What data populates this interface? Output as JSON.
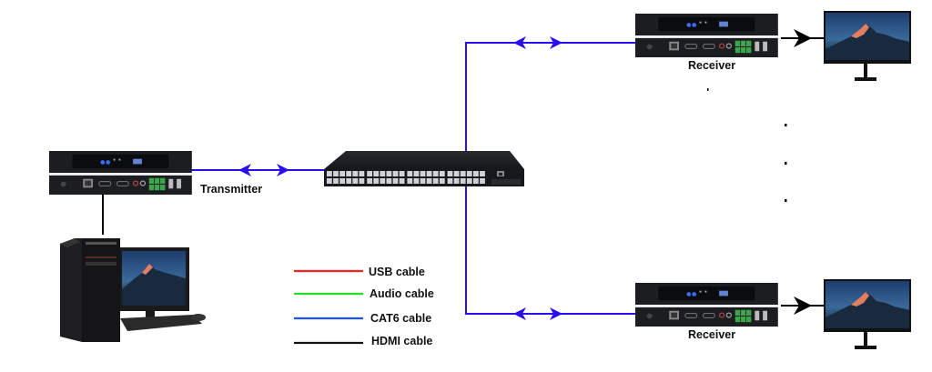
{
  "diagram": {
    "type": "network-topology",
    "nodes": {
      "transmitter": {
        "label": "Transmitter",
        "kind": "kvm-extender-transmitter"
      },
      "switch": {
        "label": "",
        "kind": "48-port-network-switch",
        "ports": 48
      },
      "receiver_top": {
        "label": "Receiver",
        "kind": "kvm-extender-receiver"
      },
      "receiver_bottom": {
        "label": "Receiver",
        "kind": "kvm-extender-receiver"
      },
      "source_pc": {
        "label": "",
        "kind": "desktop-computer"
      },
      "display_top": {
        "label": "",
        "kind": "monitor"
      },
      "display_bottom": {
        "label": "",
        "kind": "monitor"
      }
    },
    "connections": [
      {
        "from": "transmitter",
        "to": "switch",
        "cable": "CAT6 cable",
        "direction": "bidirectional"
      },
      {
        "from": "switch",
        "to": "receiver_top",
        "cable": "CAT6 cable",
        "direction": "bidirectional"
      },
      {
        "from": "switch",
        "to": "receiver_bottom",
        "cable": "CAT6 cable",
        "direction": "bidirectional"
      },
      {
        "from": "receiver_top",
        "to": "display_top",
        "cable": "HDMI cable",
        "direction": "forward"
      },
      {
        "from": "receiver_bottom",
        "to": "display_bottom",
        "cable": "HDMI cable",
        "direction": "forward"
      },
      {
        "from": "source_pc",
        "to": "transmitter",
        "cable": "HDMI cable",
        "direction": "none"
      }
    ],
    "ellipsis": "more receivers (vertical dots)",
    "legend": [
      {
        "label": "USB cable",
        "color": "#ff2020"
      },
      {
        "label": "Audio cable",
        "color": "#22e022"
      },
      {
        "label": "CAT6 cable",
        "color": "#1e50ff"
      },
      {
        "label": "HDMI cable",
        "color": "#111111"
      }
    ],
    "colors": {
      "cat6_link": "#2a10f0",
      "hdmi_link": "#000000",
      "device_body": "#1b1c1f"
    }
  }
}
